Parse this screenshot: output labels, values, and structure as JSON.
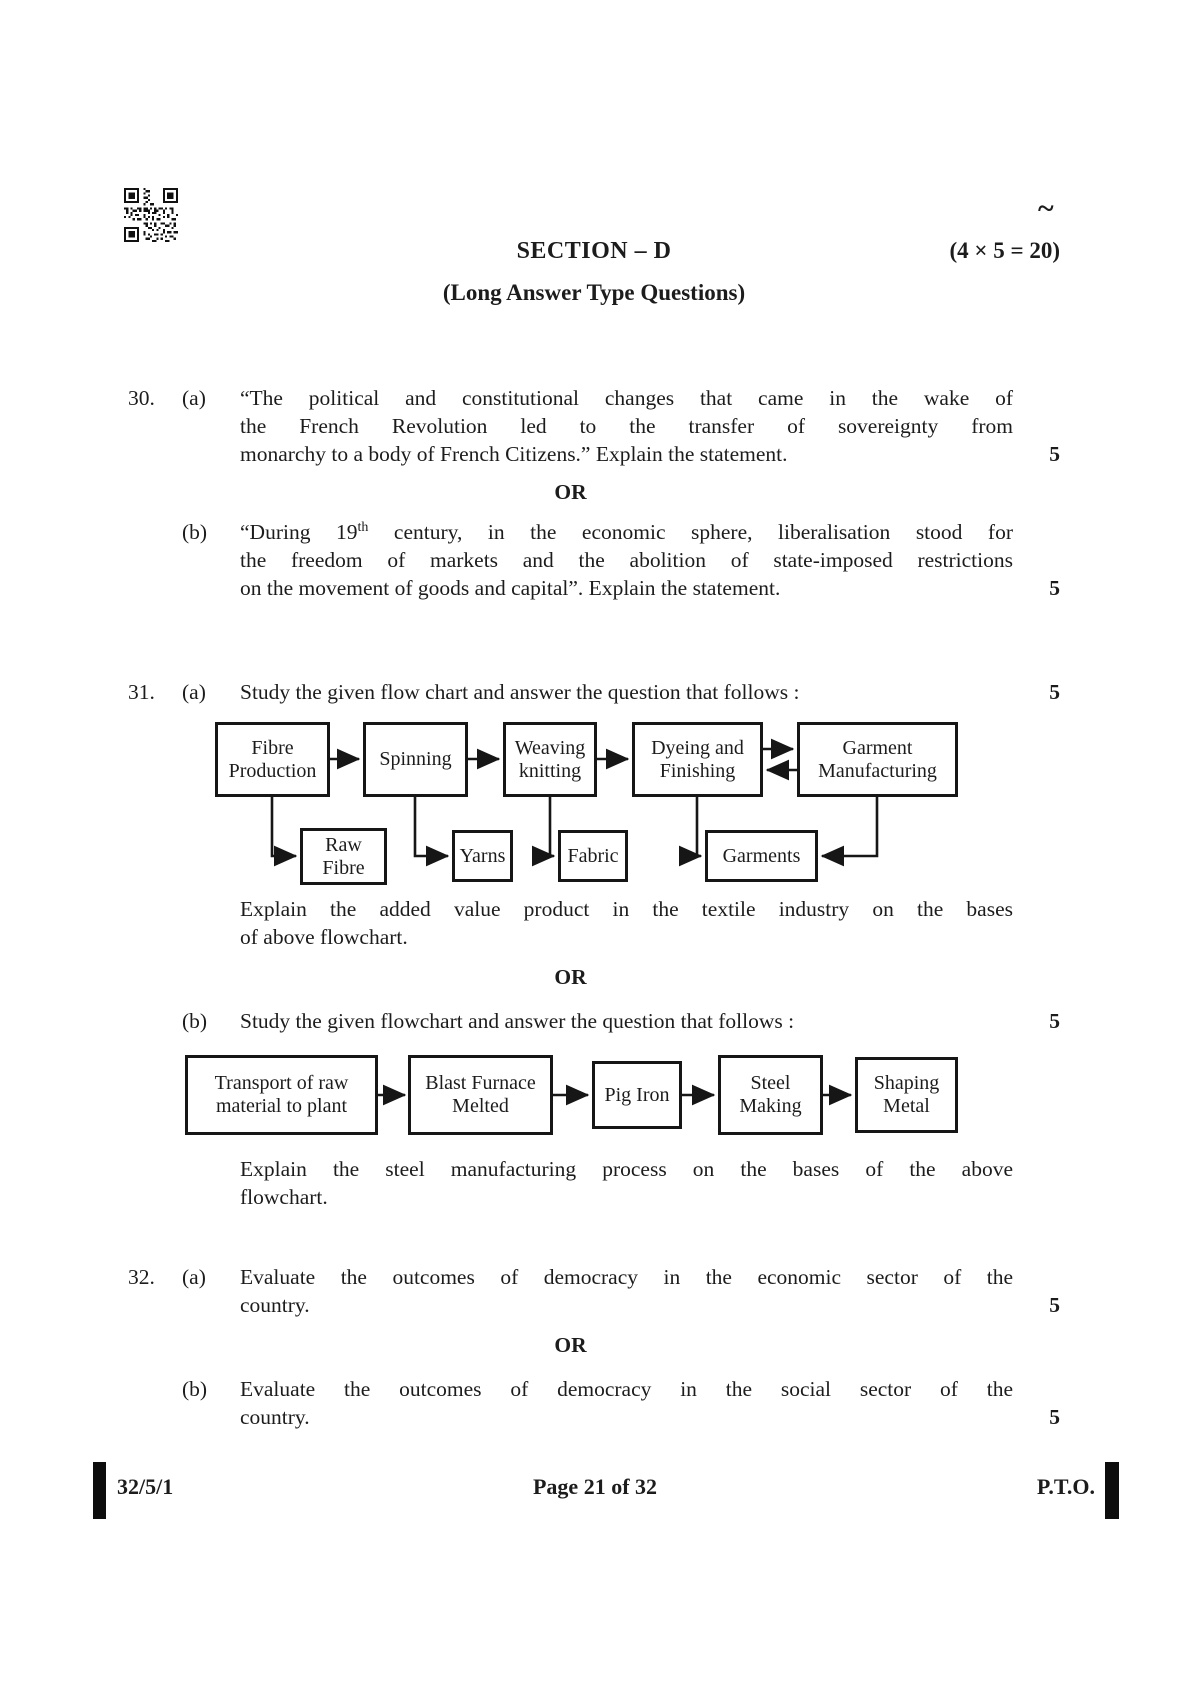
{
  "page": {
    "tilde": "~",
    "section_title": "SECTION – D",
    "marks_total": "(4 × 5 = 20)",
    "subtitle": "(Long Answer Type Questions)",
    "or_label": "OR",
    "ink_color": "#1c1c1c"
  },
  "q30": {
    "number": "30.",
    "a": {
      "label": "(a)",
      "lines": [
        "“The political and constitutional changes that came in the wake of",
        "the French Revolution led to the transfer of sovereignty from",
        "monarchy to a body of French Citizens.” Explain the statement."
      ],
      "marks": "5"
    },
    "b": {
      "label": "(b)",
      "line1_pre": "“During 19",
      "line1_sup": "th",
      "line1_post": " century, in the economic sphere, liberalisation stood for",
      "line2": "the freedom of markets and the abolition of state-imposed restrictions",
      "line3": "on the movement of goods and capital”. Explain the statement.",
      "marks": "5"
    }
  },
  "q31": {
    "number": "31.",
    "a": {
      "label": "(a)",
      "text": "Study the given flow chart and answer the question that follows :",
      "marks": "5",
      "caption_line1": "Explain the added value product in the textile industry on the bases",
      "caption_line2": "of above flowchart."
    },
    "b": {
      "label": "(b)",
      "text": "Study the given flowchart and answer the question that follows :",
      "marks": "5",
      "caption_line1": "Explain the steel manufacturing process on the bases of the above",
      "caption_line2": "flowchart."
    }
  },
  "q32": {
    "number": "32.",
    "a": {
      "label": "(a)",
      "line1": "Evaluate the outcomes of democracy in the economic sector of the",
      "line2": "country.",
      "marks": "5"
    },
    "b": {
      "label": "(b)",
      "line1": "Evaluate the outcomes of democracy in the social sector of the",
      "line2": "country.",
      "marks": "5"
    }
  },
  "flowchart_textile": {
    "top_row": [
      "Fibre Production",
      "Spinning",
      "Weaving knitting",
      "Dyeing and Finishing",
      "Garment Manufacturing"
    ],
    "bottom_row": [
      "Raw Fibre",
      "Yarns",
      "Fabric",
      "Garments"
    ]
  },
  "flowchart_steel": {
    "boxes": [
      "Transport of raw material to plant",
      "Blast Furnace Melted",
      "Pig Iron",
      "Steel Making",
      "Shaping Metal"
    ]
  },
  "footer": {
    "paper_code": "32/5/1",
    "page_info": "Page 21 of 32",
    "pto": "P.T.O."
  },
  "icons": {
    "qr": "qr-code"
  }
}
